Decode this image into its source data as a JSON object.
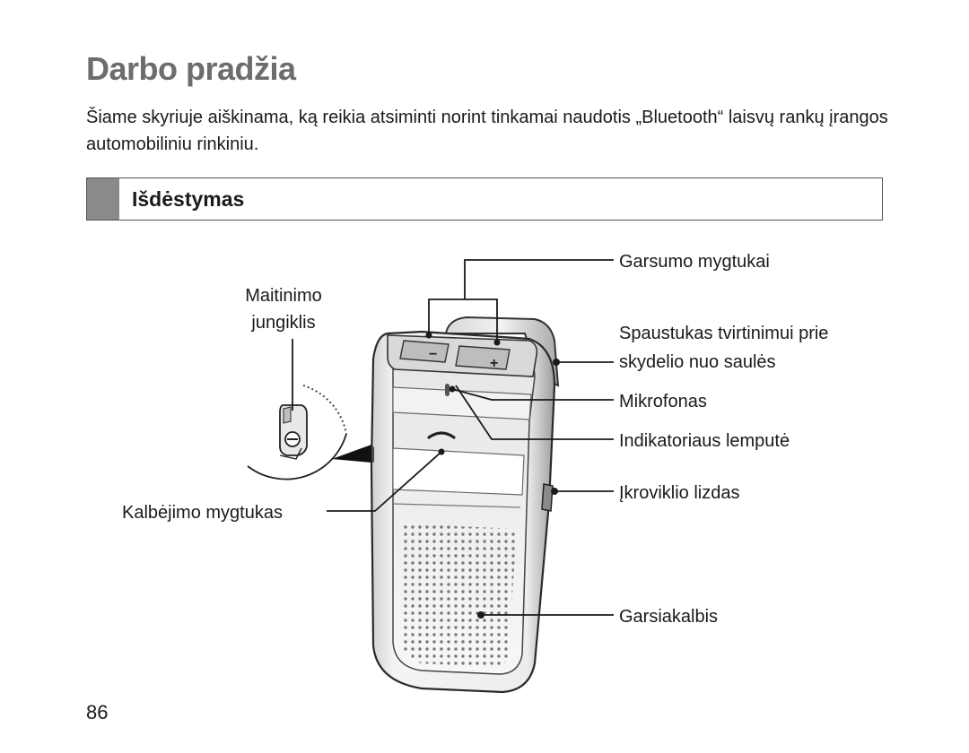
{
  "page": {
    "title": "Darbo pradžia",
    "intro": "Šiame skyriuje aiškinama, ką reikia atsiminti norint tinkamai naudotis „Bluetooth“ laisvų rankų įrangos automobiliniu rinkiniu.",
    "section_title": "Išdėstymas",
    "page_number": "86"
  },
  "figure": {
    "labels": {
      "volume_buttons": "Garsumo mygtukai",
      "power_switch_line1": "Maitinimo",
      "power_switch_line2": "jungiklis",
      "clip_line1": "Spaustukas tvirtinimui prie",
      "clip_line2": "skydelio nuo saulės",
      "microphone": "Mikrofonas",
      "indicator_light": "Indikatoriaus lemputė",
      "charger_port": "Įkroviklio lizdas",
      "talk_button": "Kalbėjimo mygtukas",
      "speaker": "Garsiakalbis"
    },
    "device_marks": {
      "minus": "−",
      "plus": "+"
    }
  }
}
